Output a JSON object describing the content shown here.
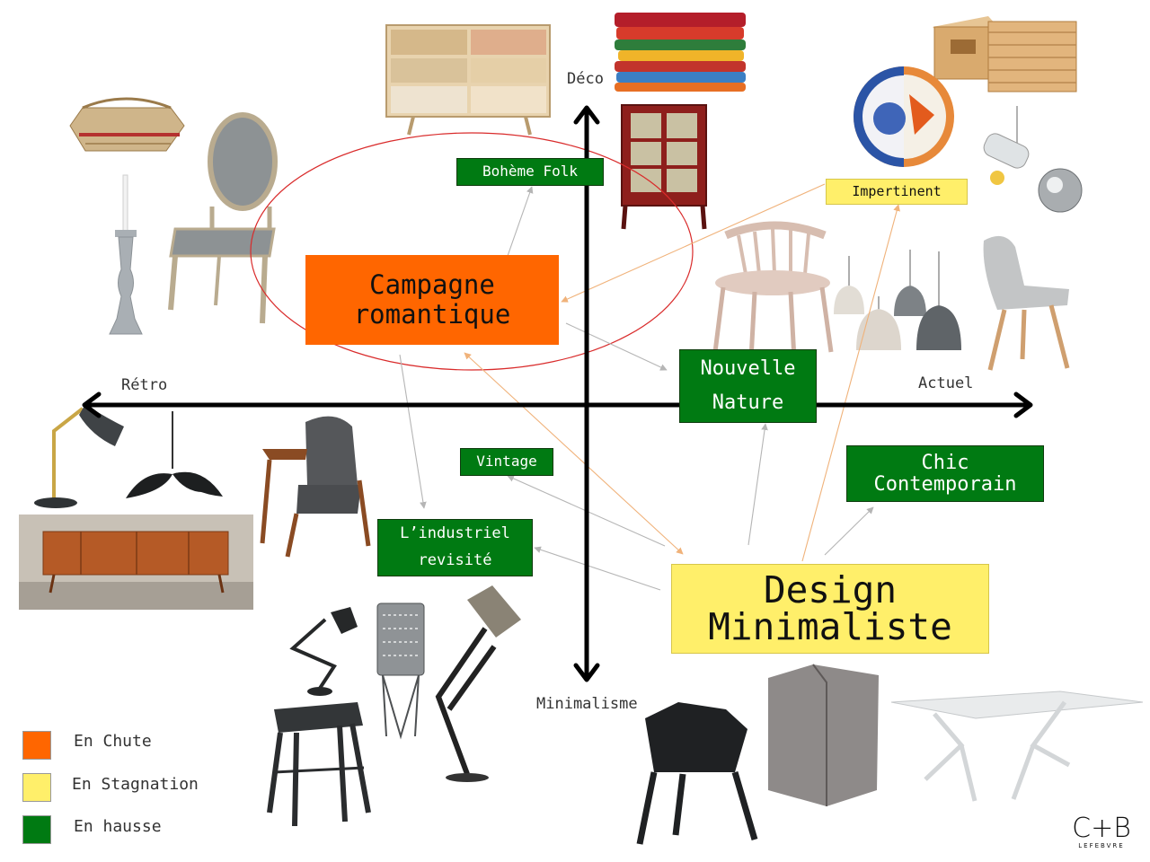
{
  "axes": {
    "top": "Déco",
    "bottom": "Minimalisme",
    "left": "Rétro",
    "right": "Actuel"
  },
  "styles": {
    "campagne": "Campagne romantique",
    "boheme": "Bohème Folk",
    "impertinent": "Impertinent",
    "nouvelle": "Nouvelle Nature",
    "vintage": "Vintage",
    "industriel": "L’industriel revisité",
    "chic": "Chic Contemporain",
    "design": "Design Minimaliste"
  },
  "legend": [
    {
      "label": "En Chute",
      "color": "#ff6600"
    },
    {
      "label": "En Stagnation",
      "color": "#ffef6a"
    },
    {
      "label": "En hausse",
      "color": "#007a12"
    }
  ],
  "logo": {
    "mark": "C+B",
    "sub": "LEFEBVRE"
  },
  "icons": [
    "basket-icon",
    "candlestick-icon",
    "medallion-chair-icon",
    "chest-of-drawers-icon",
    "textile-stack-icon",
    "cabinet-icon",
    "crate-shelves-icon",
    "plate-icon",
    "pendant-lamp-icon",
    "spindle-chair-icon",
    "bell-lamps-icon",
    "shell-chair-icon",
    "floor-lamp-icon",
    "triple-pendant-icon",
    "sideboard-icon",
    "armchair-icon",
    "desk-lamp-icon",
    "stool-icon",
    "cage-lamp-icon",
    "tripod-lamp-icon",
    "black-chair-icon",
    "acrylic-stool-icon",
    "white-table-icon"
  ]
}
